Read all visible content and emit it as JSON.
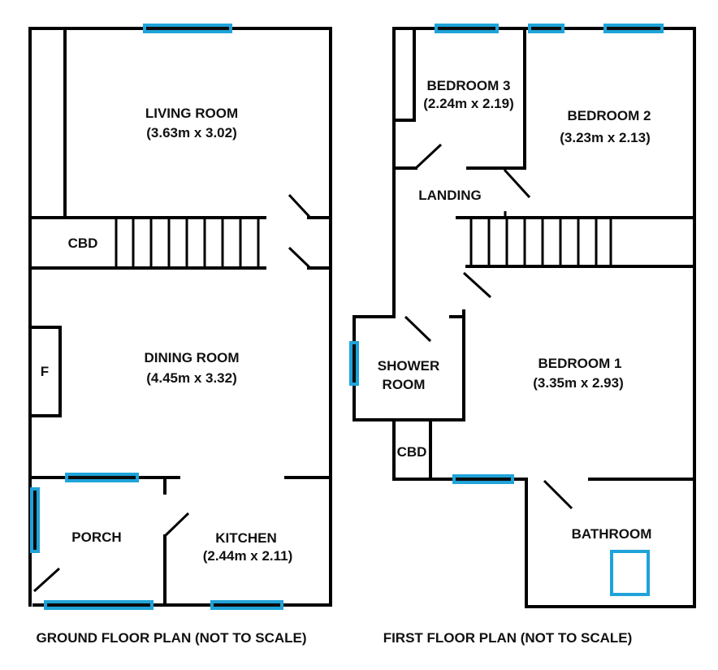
{
  "ground_floor": {
    "caption": "GROUND FLOOR PLAN (NOT TO SCALE)",
    "rooms": {
      "living_room": {
        "name": "LIVING ROOM",
        "dims": "(3.63m x 3.02)"
      },
      "cbd": {
        "name": "CBD"
      },
      "dining_room": {
        "name": "DINING ROOM",
        "dims": "(4.45m x 3.32)"
      },
      "fireplace": {
        "name": "F"
      },
      "porch": {
        "name": "PORCH"
      },
      "kitchen": {
        "name": "KITCHEN",
        "dims": "(2.44m x 2.11)"
      }
    }
  },
  "first_floor": {
    "caption": "FIRST FLOOR PLAN (NOT TO SCALE)",
    "rooms": {
      "bedroom_3": {
        "name": "BEDROOM 3",
        "dims": "(2.24m x 2.19)"
      },
      "bedroom_2": {
        "name": "BEDROOM 2",
        "dims": "(3.23m x 2.13)"
      },
      "landing": {
        "name": "LANDING"
      },
      "shower_room": {
        "name_line1": "SHOWER",
        "name_line2": "ROOM"
      },
      "bedroom_1": {
        "name": "BEDROOM 1",
        "dims": "(3.35m x 2.93)"
      },
      "cbd": {
        "name": "CBD"
      },
      "bathroom": {
        "name": "BATHROOM"
      }
    }
  },
  "colors": {
    "wall": "#000000",
    "window": "#1fa3d8",
    "background": "#ffffff"
  }
}
